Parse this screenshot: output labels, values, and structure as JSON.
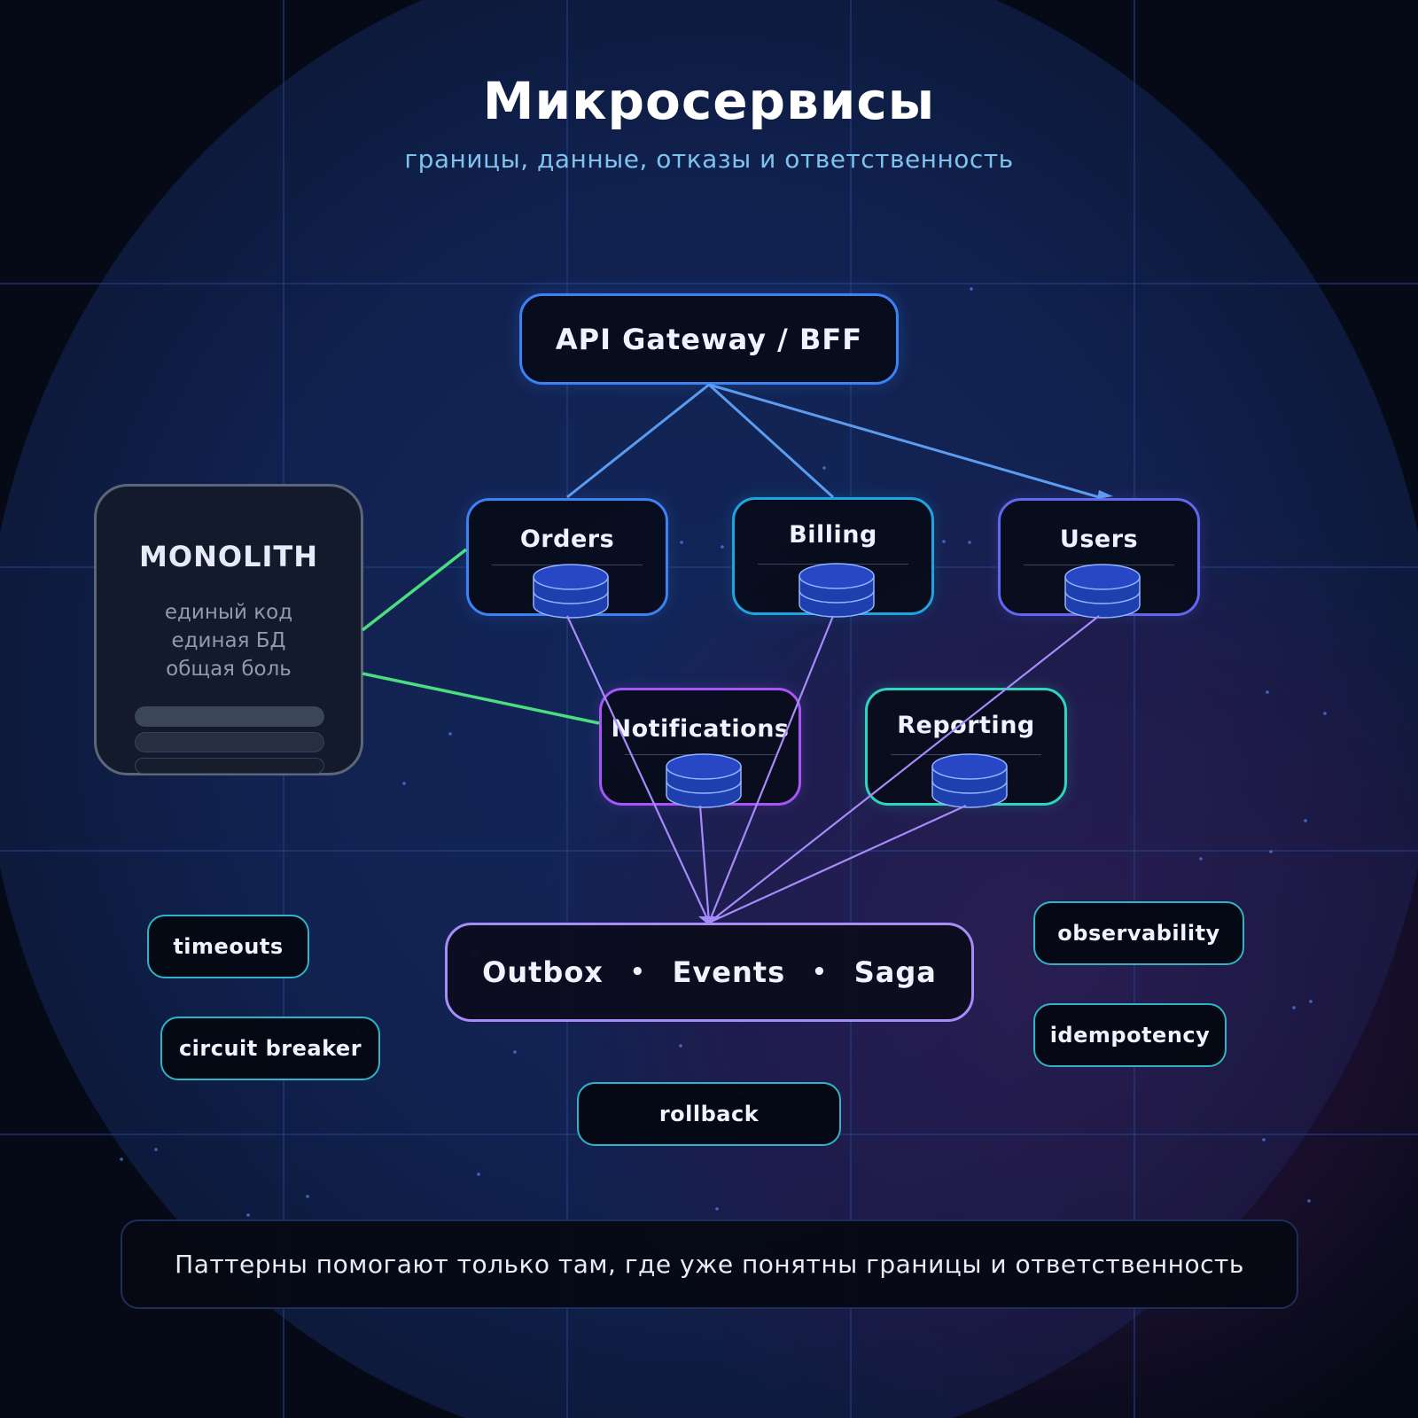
{
  "header": {
    "title": "Микросервисы",
    "subtitle": "границы, данные, отказы и ответственность"
  },
  "gateway": {
    "label": "API Gateway / BFF"
  },
  "services": [
    {
      "label": "Orders",
      "color": "#3b82f6"
    },
    {
      "label": "Billing",
      "color": "#1ea5e0"
    },
    {
      "label": "Users",
      "color": "#6366f1"
    },
    {
      "label": "Notifications",
      "color": "#a855f7"
    },
    {
      "label": "Reporting",
      "color": "#2dd4bf"
    }
  ],
  "monolith": {
    "title": "MONOLITH",
    "lines": [
      "единый код",
      "единая БД",
      "общая боль"
    ]
  },
  "events_bus": {
    "items": [
      "Outbox",
      "Events",
      "Saga"
    ],
    "separator": "•"
  },
  "tags": [
    "timeouts",
    "circuit breaker",
    "observability",
    "idempotency",
    "rollback"
  ],
  "footer": {
    "text": "Паттерны помогают только там, где уже понятны границы и ответственность"
  },
  "colors": {
    "gateway_edges": "#5b9cf0",
    "monolith_edges": "#4ade80",
    "event_edges": "#a78bfa",
    "tag_border": "#2fb3c7",
    "database": "#1e40af"
  }
}
